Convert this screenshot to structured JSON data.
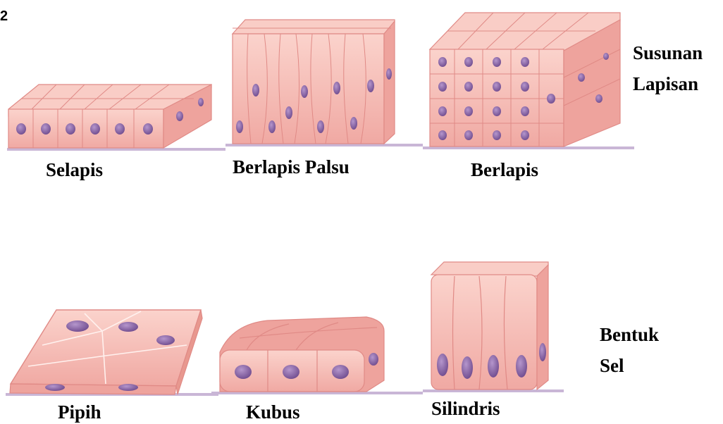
{
  "corner_fragment": "2",
  "arrangement": {
    "group_label_line1": "Susunan",
    "group_label_line2": "Lapisan",
    "items": [
      {
        "label": "Selapis"
      },
      {
        "label": "Berlapis Palsu"
      },
      {
        "label": "Berlapis"
      }
    ]
  },
  "shape": {
    "group_label_line1": "Bentuk",
    "group_label_line2": "Sel",
    "items": [
      {
        "label": "Pipih"
      },
      {
        "label": "Kubus"
      },
      {
        "label": "Silindris"
      }
    ]
  },
  "colors": {
    "cell_fill": "#f5b7b0",
    "cell_top": "#f9cdc6",
    "cell_outline": "#e08a86",
    "nucleus": "#8e6aa8",
    "membrane": "#c9b6d6"
  }
}
